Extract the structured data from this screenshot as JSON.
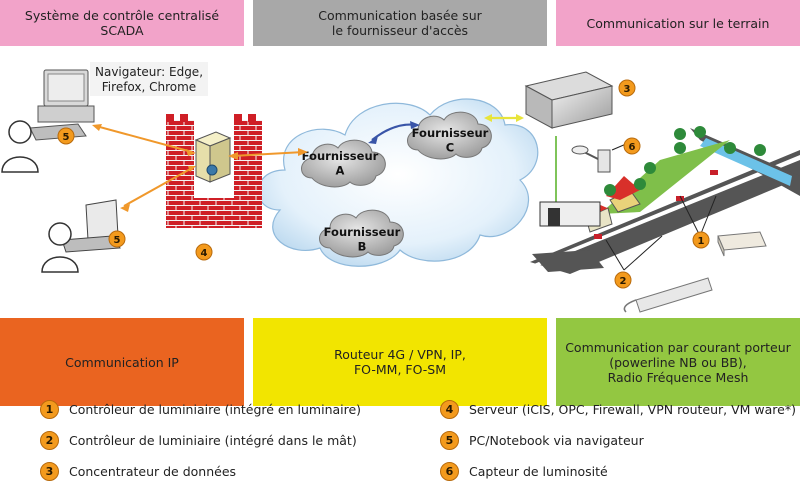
{
  "headers": {
    "scada": "Système de contrôle centralisé\nSCADA",
    "provider": "Communication basée sur\nle fournisseur d'accès",
    "field": "Communication sur le terrain"
  },
  "diagram": {
    "browser_label": "Navigateur: Edge,\nFirefox, Chrome",
    "cloud_a": "Fournisseur\nA",
    "cloud_b": "Fournisseur\nB",
    "cloud_c": "Fournisseur\nC",
    "badges": {
      "n1": "1",
      "n2": "2",
      "n3": "3",
      "n4": "4",
      "n5a": "5",
      "n5b": "5",
      "n6": "6"
    }
  },
  "boxes": {
    "ip": "Communication IP",
    "router": "Routeur 4G / VPN, IP,\nFO-MM, FO-SM",
    "powerline": "Communication par courant porteur\n(powerline NB ou BB),\nRadio Fréquence Mesh"
  },
  "legend": [
    {
      "num": "1",
      "text": "Contrôleur de luminiaire (intégré en luminaire)"
    },
    {
      "num": "2",
      "text": "Contrôleur de luminiaire (intégré dans le mât)"
    },
    {
      "num": "3",
      "text": "Concentrateur de données"
    },
    {
      "num": "4",
      "text": "Serveur (iCIS, OPC, Firewall, VPN routeur, VM ware*)"
    },
    {
      "num": "5",
      "text": "PC/Notebook via navigateur"
    },
    {
      "num": "6",
      "text": "Capteur de luminosité"
    }
  ],
  "colors": {
    "pink": "#f2a3c9",
    "gray": "#a8a8a8",
    "orange": "#ea6420",
    "yellow": "#f2e500",
    "green": "#93c741",
    "badge": "#f39a1d",
    "wall": "#d01f26"
  }
}
